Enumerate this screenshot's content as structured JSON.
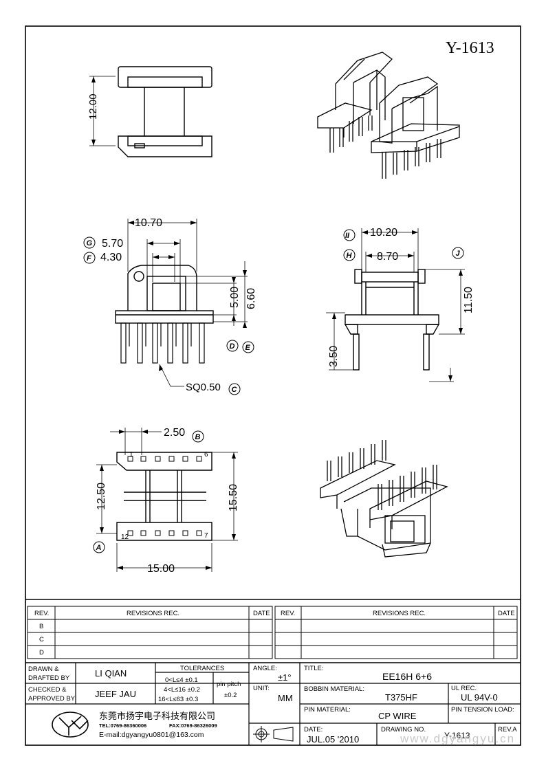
{
  "drawing_code": "Y-1613",
  "dimensions": {
    "top_height": "12.00",
    "front_overall_width": "10.70",
    "front_g": "5.70",
    "front_f": "4.30",
    "front_window_h": "5.00",
    "front_flange_h": "6.60",
    "pin_size": "SQ0.50",
    "side_overall_width": "10.20",
    "side_inner_width": "8.70",
    "side_height": "11.50",
    "pin_length": "3.50",
    "pin_pitch_dim": "2.50",
    "bottom_inner": "12.50",
    "bottom_outer": "15.50",
    "bottom_width": "15.00"
  },
  "callouts": {
    "A": "A",
    "B": "B",
    "C": "C",
    "D": "D",
    "E": "E",
    "F": "F",
    "G": "G",
    "H": "H",
    "I": "II",
    "J": "J"
  },
  "pin_numbers": {
    "p1": "1",
    "p6": "6",
    "p12": "12",
    "p7": "7"
  },
  "revisions": {
    "col_rev": "REV.",
    "col_rec": "REVISIONS   REC.",
    "col_date": "DATE",
    "rows": [
      "B",
      "C",
      "D"
    ]
  },
  "title_block": {
    "drawn_label": "DRAWN  &\nDRAFTED  BY",
    "drawn_by": "LI QIAN",
    "checked_label": "CHECKED  &\nAPPROVED BY",
    "checked_by": "JEEF JAU",
    "tolerances_label": "TOLERANCES",
    "tol1": "0<L≤4    ±0.1",
    "tol2": "4<L≤16  ±0.2",
    "tol3": "16<L≤63  ±0.3",
    "pin_pitch_label": "pin pitch",
    "pin_pitch_val": "±0.2",
    "angle_label": "ANGLE:",
    "angle_val": "±1°",
    "unit_label": "UNIT:",
    "unit_val": "MM",
    "title_label": "TITLE:",
    "title_val": "EE16H  6+6",
    "bobbin_label": "BOBBIN MATERIAL:",
    "bobbin_val": "T375HF",
    "ul_label": "UL REC.",
    "ul_val": "UL 94V-0",
    "pin_mat_label": "PIN MATERIAL:",
    "pin_mat_val": "CP WIRE",
    "pin_tension_label": "PIN TENSION LOAD:",
    "date_label": "DATE:",
    "date_val": "JUL.05  '2010",
    "drawing_no_label": "DRAWING NO.",
    "drawing_no_val": "Y-1613",
    "rev_label": "REV.A",
    "company_cn": "东莞市扬宇电子科技有限公司",
    "tel": "TEL:0769-86360006",
    "fax": "FAX:0769-86326009",
    "email": "E-mail:dgyangyu0801@163.com",
    "watermark": "www.dgyangyu.cn"
  }
}
